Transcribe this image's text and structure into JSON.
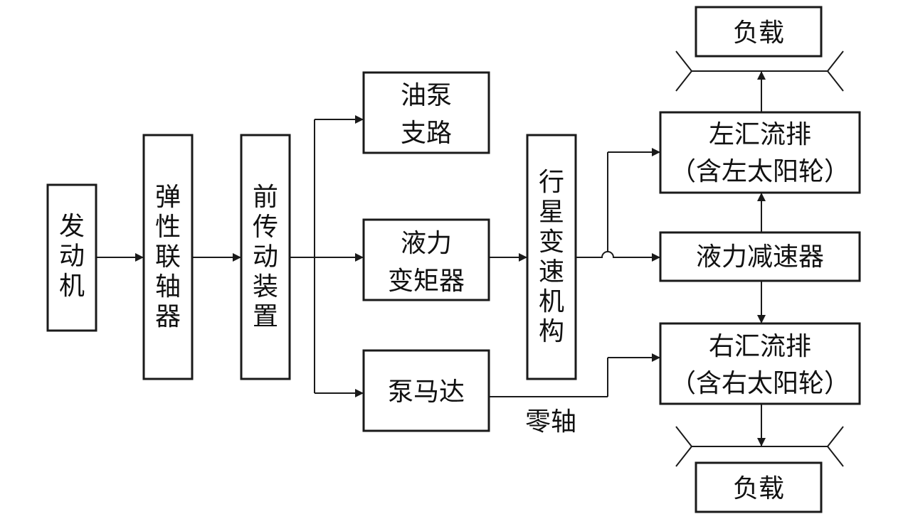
{
  "nodes": {
    "engine": [
      "发",
      "动",
      "机"
    ],
    "coupling": [
      "弹",
      "性",
      "联",
      "轴",
      "器"
    ],
    "front_drive": [
      "前",
      "传",
      "动",
      "装",
      "置"
    ],
    "oil_pump_branch": [
      "油泵",
      "支路"
    ],
    "torque_converter": [
      "液力",
      "变矩器"
    ],
    "pump_motor": "泵马达",
    "planetary": [
      "行",
      "星",
      "变",
      "速",
      "机",
      "构"
    ],
    "left_confluence": [
      "左汇流排",
      "（含左太阳轮）"
    ],
    "hydro_retarder": "液力减速器",
    "right_confluence": [
      "右汇流排",
      "（含右太阳轮）"
    ],
    "load_top": "负载",
    "load_bottom": "负载"
  },
  "labels": {
    "zero_shaft": "零轴"
  }
}
